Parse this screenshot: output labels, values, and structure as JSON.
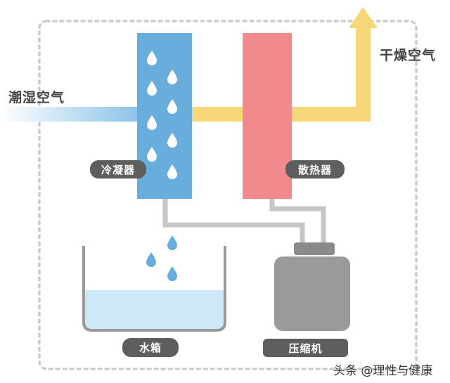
{
  "labels": {
    "humid_air": "潮湿空气",
    "dry_air": "干燥空气",
    "condenser": "冷凝器",
    "radiator": "散热器",
    "water_tank": "水箱",
    "compressor": "压缩机"
  },
  "watermark": "头条 @理性与健康",
  "colors": {
    "condenser": "#68addc",
    "radiator": "#f08a8c",
    "dry_air": "#f6d77a",
    "humid_air": "#a9d3ef",
    "water": "#cde8f6",
    "compressor": "#9a9a9a",
    "pipe": "#c6c6c6",
    "border": "#cccccc"
  }
}
